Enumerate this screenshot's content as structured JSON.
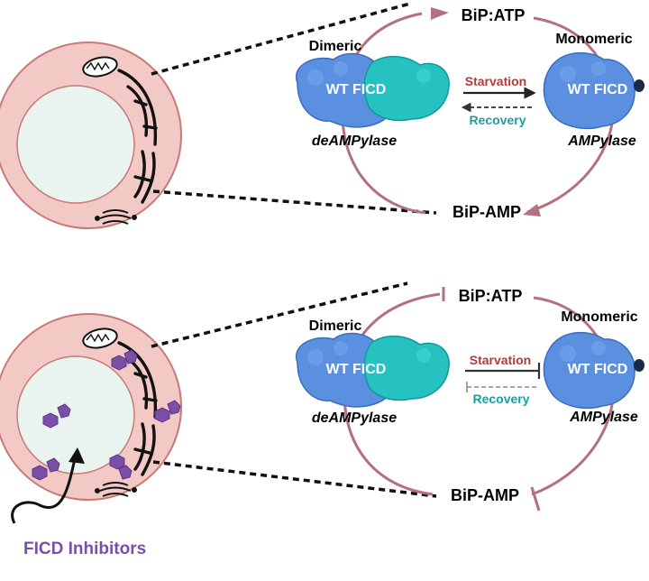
{
  "colors": {
    "cell_membrane": "#f3c9c6",
    "cell_membrane_stroke": "#c87a76",
    "nucleus": "#e9f4f1",
    "cycle_arrow": "#b57080",
    "protein_blue": "#5b8fe0",
    "protein_cyan": "#26c2c2",
    "starvation": "#b23a3a",
    "recovery": "#1a9e9e",
    "inhibitor": "#7b4fa8",
    "er": "#111111"
  },
  "top": {
    "bip_atp": "BiP:ATP",
    "bip_amp": "BiP-AMP",
    "dimeric": "Dimeric",
    "monomeric": "Monomeric",
    "wt_ficd_left": "WT FICD",
    "wt_ficd_right": "WT FICD",
    "deampylase": "deAMPylase",
    "ampylase": "AMPylase",
    "starvation": "Starvation",
    "recovery": "Recovery"
  },
  "bottom": {
    "bip_atp": "BiP:ATP",
    "bip_amp": "BiP-AMP",
    "dimeric": "Dimeric",
    "monomeric": "Monomeric",
    "wt_ficd_left": "WT FICD",
    "wt_ficd_right": "WT FICD",
    "deampylase": "deAMPylase",
    "ampylase": "AMPylase",
    "starvation": "Starvation",
    "recovery": "Recovery",
    "inhibitors_label": "FICD Inhibitors"
  }
}
